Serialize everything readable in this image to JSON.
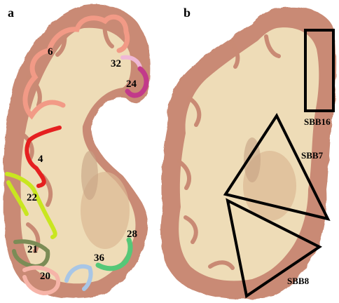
{
  "panels": {
    "a": "a",
    "b": "b"
  },
  "area_labels": {
    "a6": "6",
    "a32": "32",
    "a24": "24",
    "a4": "4",
    "a22": "22",
    "a28": "28",
    "a21": "21",
    "a36": "36",
    "a20": "20"
  },
  "region_labels": {
    "sbb16": "SBB16",
    "sbb7": "SBB7",
    "sbb8": "SBB8"
  },
  "colors": {
    "tissue_gray_matter": "#c98a74",
    "tissue_white_matter": "#eedcb7",
    "area6": "#f29a86",
    "area32": "#efb8d6",
    "area24": "#c23a8a",
    "area4": "#e52020",
    "area22": "#c9e620",
    "area21": "#7b8c56",
    "area20": "#f6b4a8",
    "area36": "#a8c6e6",
    "area28": "#55c878",
    "box_stroke": "#000000"
  }
}
